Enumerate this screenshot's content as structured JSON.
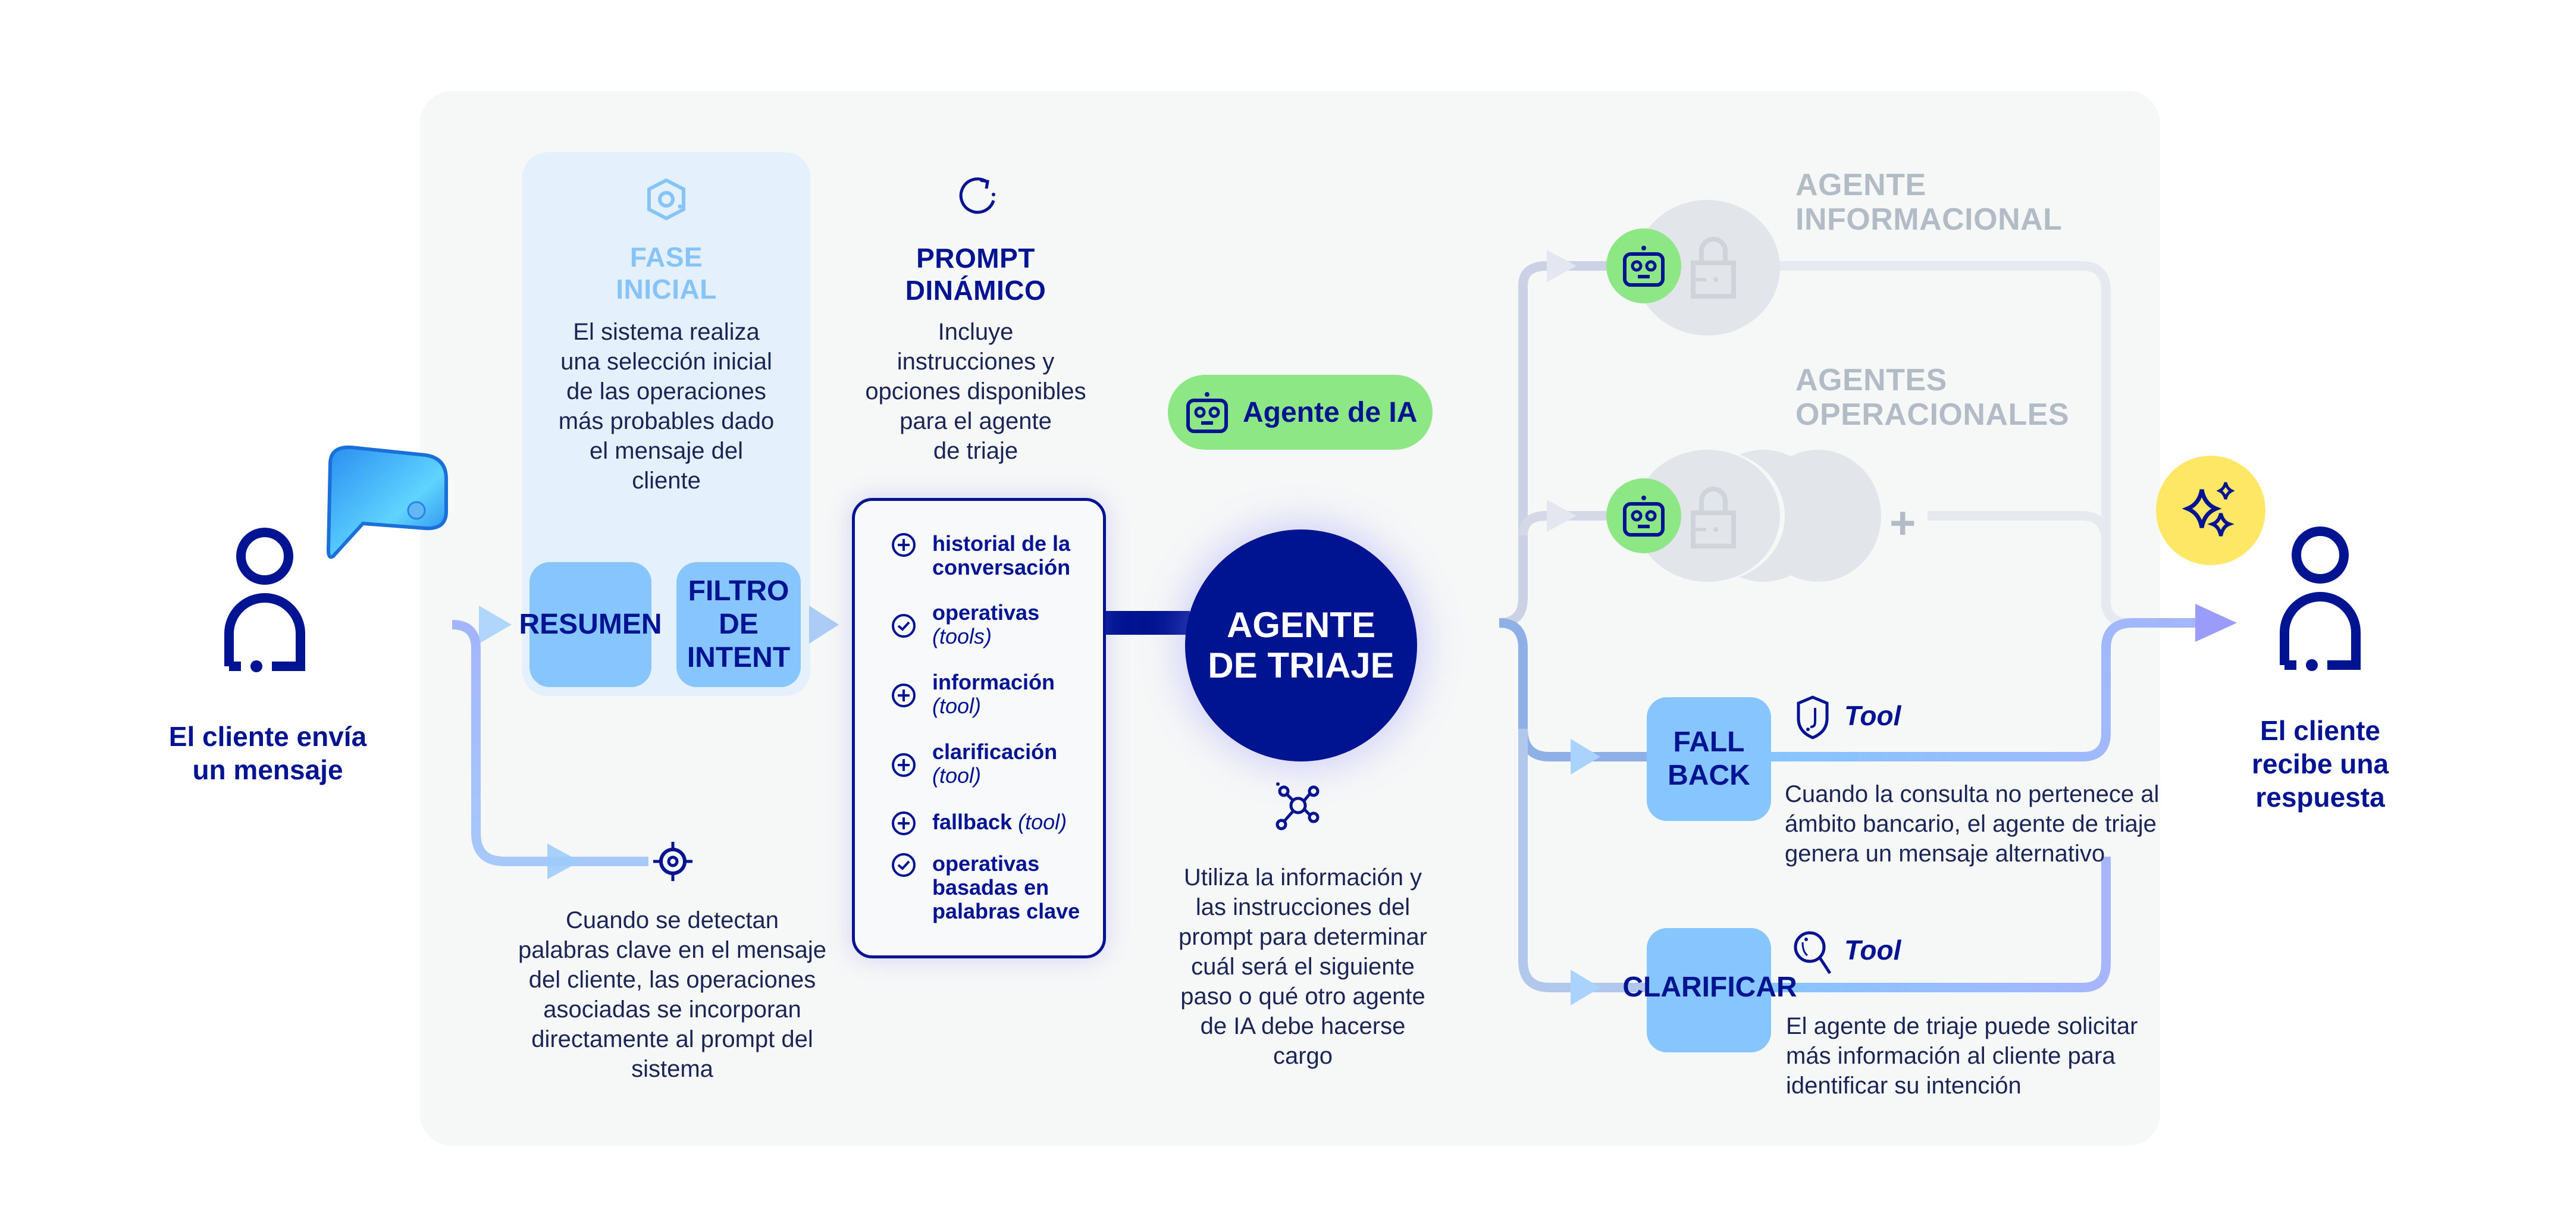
{
  "colors": {
    "navy": "#001391",
    "light_blue_block": "#86c5fd",
    "fase_bg": "#e4f0fb",
    "panel_bg": "#f6f7f7",
    "green": "#8ce784",
    "yellow": "#ffe766",
    "gray_title": "#b3bcc6"
  },
  "sender": {
    "label_line1": "El cliente envía",
    "label_line2": "un mensaje",
    "icon": "person-icon",
    "bubble_icon": "chat-bubble-icon"
  },
  "fase_inicial": {
    "icon": "hexagon-alert-icon",
    "title_line1": "FASE",
    "title_line2": "INICIAL",
    "description": [
      "El sistema realiza",
      "una selección inicial",
      "de las operaciones",
      "más probables dado",
      "el mensaje del",
      "cliente"
    ],
    "blocks": [
      {
        "label_lines": [
          "RESUMEN"
        ]
      },
      {
        "label_lines": [
          "FILTRO",
          "DE",
          "INTENT"
        ]
      }
    ]
  },
  "keywords": {
    "icon": "target-icon",
    "description": [
      "Cuando se detectan",
      "palabras clave en el mensaje",
      "del cliente, las operaciones",
      "asociadas se incorporan",
      "directamente al prompt del",
      "sistema"
    ]
  },
  "prompt_dinamico": {
    "icon": "refresh-icon",
    "title_line1": "PROMPT",
    "title_line2": "DINÁMICO",
    "description": [
      "Incluye",
      "instrucciones y",
      "opciones disponibles",
      "para el agente",
      "de triaje"
    ],
    "items": [
      {
        "icon": "plus-circle-icon",
        "bold_lines": [
          "historial de la",
          "conversación"
        ],
        "italic": ""
      },
      {
        "icon": "check-circle-icon",
        "bold_lines": [
          "operativas"
        ],
        "italic": "(tools)"
      },
      {
        "icon": "plus-circle-icon",
        "bold_lines": [
          "información"
        ],
        "italic": "(tool)"
      },
      {
        "icon": "plus-circle-icon",
        "bold_lines": [
          "clarificación"
        ],
        "italic": "(tool)"
      },
      {
        "icon": "plus-circle-icon",
        "bold_lines": [
          "fallback"
        ],
        "italic": "(tool)",
        "inline": true
      },
      {
        "icon": "check-circle-icon",
        "bold_lines": [
          "operativas",
          "basadas en",
          "palabras clave"
        ],
        "italic": ""
      }
    ]
  },
  "agente_ia_badge": {
    "icon": "robot-icon",
    "label": "Agente de IA"
  },
  "triage": {
    "label_line1": "AGENTE",
    "label_line2": "DE TRIAJE",
    "icon": "network-icon",
    "description": [
      "Utiliza la información y",
      "las instrucciones del",
      "prompt para determinar",
      "cuál será el siguiente",
      "paso o qué otro agente",
      "de IA debe hacerse",
      "cargo"
    ]
  },
  "agents": {
    "informacional": {
      "title_line1": "AGENTE",
      "title_line2": "INFORMACIONAL",
      "icon": "robot-icon",
      "lock_icon": "lock-icon"
    },
    "operacionales": {
      "title_line1": "AGENTES",
      "title_line2": "OPERACIONALES",
      "icon": "robot-icon",
      "lock_icon": "lock-icon",
      "plus": "+"
    }
  },
  "fallback": {
    "label_lines": [
      "FALL",
      "BACK"
    ],
    "tool_icon": "shield-icon",
    "tool_label": "Tool",
    "description": [
      "Cuando la consulta no pertenece al",
      "ámbito bancario, el agente de triaje",
      "genera un mensaje alternativo"
    ]
  },
  "clarificar": {
    "label": "CLARIFICAR",
    "tool_icon": "magnifier-icon",
    "tool_label": "Tool",
    "description": [
      "El agente de triaje puede solicitar",
      "más información al cliente para",
      "identificar su intención"
    ]
  },
  "receiver": {
    "icon": "person-icon",
    "sparkle_icon": "sparkles-icon",
    "label_lines": [
      "El cliente",
      "recibe una",
      "respuesta"
    ]
  }
}
